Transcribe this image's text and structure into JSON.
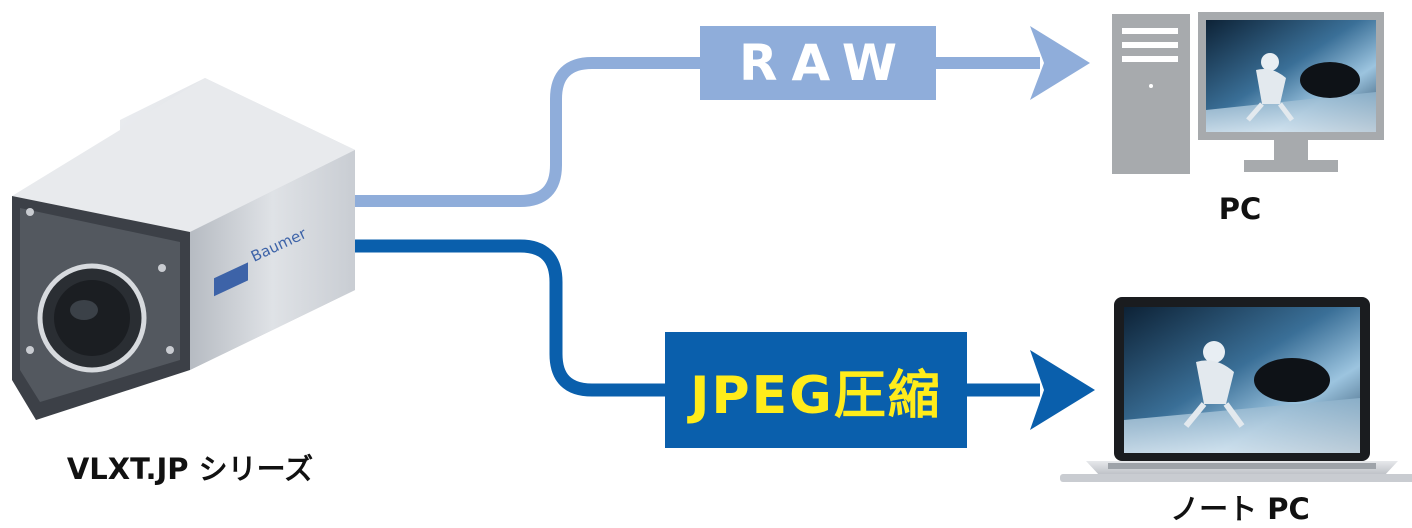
{
  "camera": {
    "brand": "Baumer",
    "caption": "VLXT.JP シリーズ"
  },
  "paths": {
    "raw": {
      "label": "RAW",
      "color": "#8fadda",
      "text_color": "#ffffff"
    },
    "jpeg": {
      "label": "JPEG圧縮",
      "color": "#0a5fac",
      "text_color": "#ffec1a"
    }
  },
  "targets": {
    "desktop": {
      "caption": "PC"
    },
    "laptop": {
      "caption": "ノート PC"
    }
  }
}
